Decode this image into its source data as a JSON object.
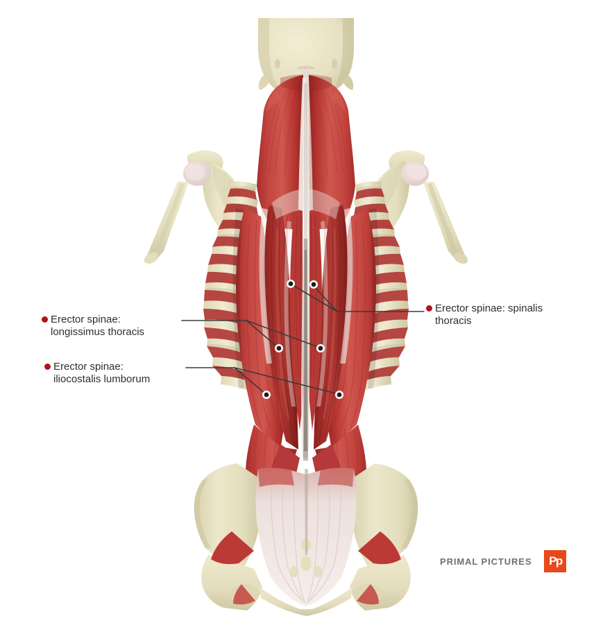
{
  "figure": {
    "view": "posterior",
    "subject": "Erector spinae muscle group - deep back muscles, posterior view",
    "background_color": "#ffffff"
  },
  "palette": {
    "bullet_red": "#b3111b",
    "label_text": "#2e2e2e",
    "leader_line": "#3a3a3a",
    "muscle_red": "#c0403b",
    "muscle_red_dark": "#9d2b28",
    "muscle_red_light": "#d4605a",
    "bone_cream": "#e9e4c6",
    "bone_shadow": "#cdc6a0",
    "tendon_white": "#f2ece8",
    "fascia_white": "#efe6e4",
    "brand_orange": "#e8491b",
    "brand_gray": "#6f6f6f"
  },
  "labels": [
    {
      "id": "longissimus",
      "line1": "Erector spinae:",
      "line2": "longissimus thoracis",
      "side": "left",
      "bullet_color": "#b3111b"
    },
    {
      "id": "iliocostalis",
      "line1": "Erector spinae:",
      "line2": "iliocostalis lumborum",
      "side": "left",
      "bullet_color": "#b3111b"
    },
    {
      "id": "spinalis",
      "line1": "Erector spinae: spinalis",
      "line2": "thoracis",
      "side": "right",
      "bullet_color": "#b3111b"
    }
  ],
  "brand": {
    "text": "PRIMAL PICTURES",
    "logo_glyph": "Pp",
    "logo_color": "#e8491b"
  }
}
